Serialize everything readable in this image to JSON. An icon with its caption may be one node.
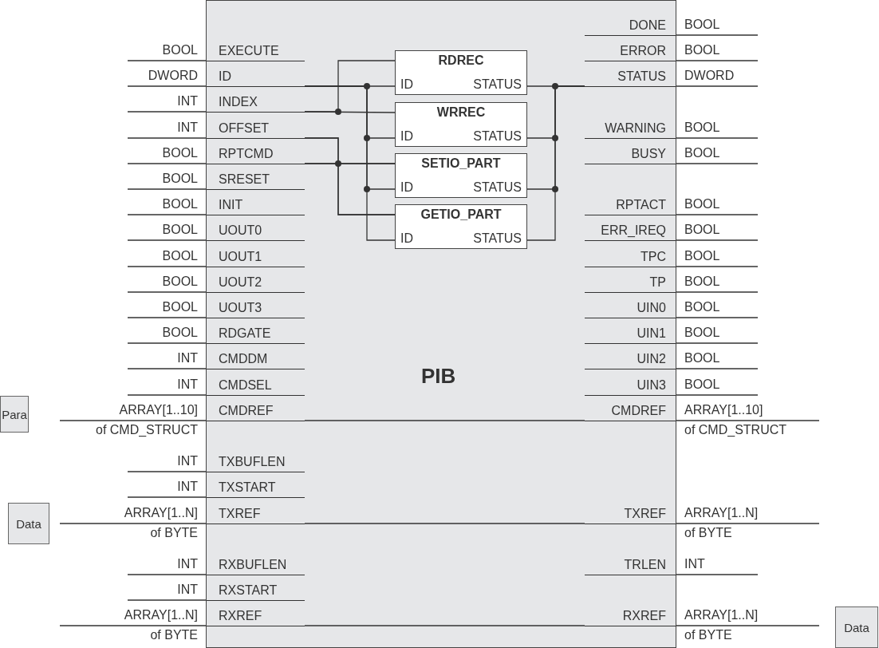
{
  "diagram": {
    "nodes": [
      {
        "text": [
          "PIB"
        ]
      },
      {
        "text": [
          "EXECUTE"
        ],
        "in": 0,
        "beside": [
          "BOOL"
        ]
      },
      {
        "text": [
          "ID"
        ],
        "in": 0,
        "beside": [
          "DWORD"
        ]
      },
      {
        "text": [
          "INDEX"
        ],
        "in": 0,
        "beside": [
          "INT"
        ]
      },
      {
        "text": [
          "OFFSET"
        ],
        "in": 0,
        "beside": [
          "INT"
        ]
      },
      {
        "text": [
          "RPTCMD"
        ],
        "in": 0,
        "beside": [
          "BOOL"
        ]
      },
      {
        "text": [
          "SRESET"
        ],
        "in": 0,
        "beside": [
          "BOOL"
        ]
      },
      {
        "text": [
          "INIT"
        ],
        "in": 0,
        "beside": [
          "BOOL"
        ]
      },
      {
        "text": [
          "UOUT0"
        ],
        "in": 0,
        "beside": [
          "BOOL"
        ]
      },
      {
        "text": [
          "UOUT1"
        ],
        "in": 0,
        "beside": [
          "BOOL"
        ]
      },
      {
        "text": [
          "UOUT2"
        ],
        "in": 0,
        "beside": [
          "BOOL"
        ]
      },
      {
        "text": [
          "UOUT3"
        ],
        "in": 0,
        "beside": [
          "BOOL"
        ]
      },
      {
        "text": [
          "RDGATE"
        ],
        "in": 0,
        "beside": [
          "BOOL"
        ]
      },
      {
        "text": [
          "CMDDM"
        ],
        "in": 0,
        "beside": [
          "INT"
        ]
      },
      {
        "text": [
          "CMDSEL"
        ],
        "in": 0,
        "beside": [
          "INT"
        ]
      },
      {
        "text": [
          "CMDREF"
        ],
        "in": 0,
        "beside": [
          "ARRAY[1..10]",
          "of CMD_STRUCT"
        ]
      },
      {
        "text": [
          "TXBUFLEN"
        ],
        "in": 0,
        "beside": [
          "INT"
        ]
      },
      {
        "text": [
          "TXSTART"
        ],
        "in": 0,
        "beside": [
          "INT"
        ]
      },
      {
        "text": [
          "TXREF"
        ],
        "in": 0,
        "beside": [
          "ARRAY[1..N]",
          "of BYTE"
        ]
      },
      {
        "text": [
          "RXBUFLEN"
        ],
        "in": 0,
        "beside": [
          "INT"
        ]
      },
      {
        "text": [
          "RXSTART"
        ],
        "in": 0,
        "beside": [
          "INT"
        ]
      },
      {
        "text": [
          "RXREF"
        ],
        "in": 0,
        "beside": [
          "ARRAY[1..N]",
          "of BYTE"
        ]
      },
      {
        "text": [
          "RDREC",
          "ID",
          "STATUS"
        ],
        "in": 0
      },
      {
        "text": [
          "WRREC",
          "ID",
          "STATUS"
        ],
        "in": 0
      },
      {
        "text": [
          "SETIO_PART",
          "ID",
          "STATUS"
        ],
        "in": 0
      },
      {
        "text": [
          "GETIO_PART",
          "ID",
          "STATUS"
        ],
        "in": 0
      },
      {
        "text": [
          "DONE"
        ],
        "in": 0,
        "beside": [
          "BOOL"
        ]
      },
      {
        "text": [
          "ERROR"
        ],
        "in": 0,
        "beside": [
          "BOOL"
        ]
      },
      {
        "text": [
          "STATUS"
        ],
        "in": 0,
        "beside": [
          "DWORD"
        ]
      },
      {
        "text": [
          "WARNING"
        ],
        "in": 0,
        "beside": [
          "BOOL"
        ]
      },
      {
        "text": [
          "BUSY"
        ],
        "in": 0,
        "beside": [
          "BOOL"
        ]
      },
      {
        "text": [
          "RPTACT"
        ],
        "in": 0,
        "beside": [
          "BOOL"
        ]
      },
      {
        "text": [
          "ERR_IREQ"
        ],
        "in": 0,
        "beside": [
          "BOOL"
        ]
      },
      {
        "text": [
          "TPC"
        ],
        "in": 0,
        "beside": [
          "BOOL"
        ]
      },
      {
        "text": [
          "TP"
        ],
        "in": 0,
        "beside": [
          "BOOL"
        ]
      },
      {
        "text": [
          "UIN0"
        ],
        "in": 0,
        "beside": [
          "BOOL"
        ]
      },
      {
        "text": [
          "UIN1"
        ],
        "in": 0,
        "beside": [
          "BOOL"
        ]
      },
      {
        "text": [
          "UIN2"
        ],
        "in": 0,
        "beside": [
          "BOOL"
        ]
      },
      {
        "text": [
          "UIN3"
        ],
        "in": 0,
        "beside": [
          "BOOL"
        ]
      },
      {
        "text": [
          "CMDREF"
        ],
        "in": 0,
        "beside": [
          "ARRAY[1..10]",
          "of CMD_STRUCT"
        ]
      },
      {
        "text": [
          "TXREF"
        ],
        "in": 0,
        "beside": [
          "ARRAY[1..N]",
          "of BYTE"
        ]
      },
      {
        "text": [
          "TRLEN"
        ],
        "in": 0,
        "beside": [
          "INT"
        ]
      },
      {
        "text": [
          "RXREF"
        ],
        "in": 0,
        "beside": [
          "ARRAY[1..N]",
          "of BYTE"
        ]
      },
      {
        "text": [
          "Para"
        ]
      },
      {
        "text": [
          "Data"
        ]
      },
      {
        "text": [
          "Data"
        ]
      }
    ],
    "edges": [
      {
        "from": 2,
        "to": 22,
        "arrow": "none"
      },
      {
        "from": 2,
        "to": 23,
        "arrow": "none"
      },
      {
        "from": 2,
        "to": 24,
        "arrow": "none"
      },
      {
        "from": 2,
        "to": 25,
        "arrow": "none"
      },
      {
        "from": 3,
        "to": 22,
        "arrow": "none"
      },
      {
        "from": 3,
        "to": 23,
        "arrow": "none"
      },
      {
        "from": 4,
        "to": 24,
        "arrow": "none"
      },
      {
        "from": 4,
        "to": 25,
        "arrow": "none"
      },
      {
        "from": 5,
        "to": 24,
        "arrow": "none"
      },
      {
        "from": 5,
        "to": 25,
        "arrow": "none"
      },
      {
        "from": 22,
        "to": 28,
        "arrow": "none"
      },
      {
        "from": 23,
        "to": 28,
        "arrow": "none"
      },
      {
        "from": 24,
        "to": 28,
        "arrow": "none"
      },
      {
        "from": 25,
        "to": 28,
        "arrow": "none"
      },
      {
        "from": 15,
        "to": 39,
        "arrow": "none"
      },
      {
        "from": 18,
        "to": 40,
        "arrow": "none"
      },
      {
        "from": 21,
        "to": 42,
        "arrow": "none"
      }
    ]
  }
}
